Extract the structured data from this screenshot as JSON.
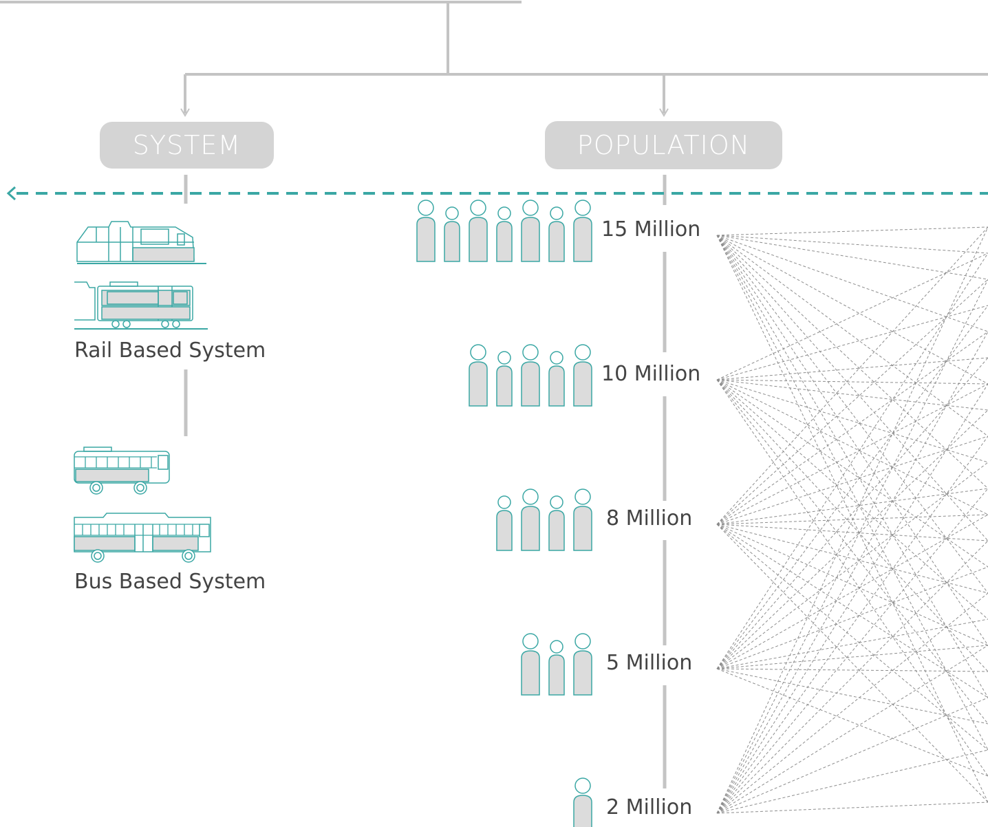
{
  "nodes": {
    "system": "SYSTEM",
    "population": "POPULATION"
  },
  "systems": [
    {
      "label": "Rail Based System",
      "icons": [
        "train-icon",
        "tram-icon"
      ]
    },
    {
      "label": "Bus Based System",
      "icons": [
        "minibus-icon",
        "bus-icon"
      ]
    }
  ],
  "populations": [
    {
      "label": "15 Million",
      "people": 7
    },
    {
      "label": "10 Million",
      "people": 5
    },
    {
      "label": "8 Million",
      "people": 4
    },
    {
      "label": "5 Million",
      "people": 3
    },
    {
      "label": "2 Million",
      "people": 1
    }
  ],
  "colors": {
    "connector": "#c4c4c4",
    "accent": "#3aa7a4",
    "figure_fill": "#dcdcdc",
    "node_fill": "#d4d4d4",
    "dotted": "#8c8c8c",
    "text": "#444444"
  }
}
